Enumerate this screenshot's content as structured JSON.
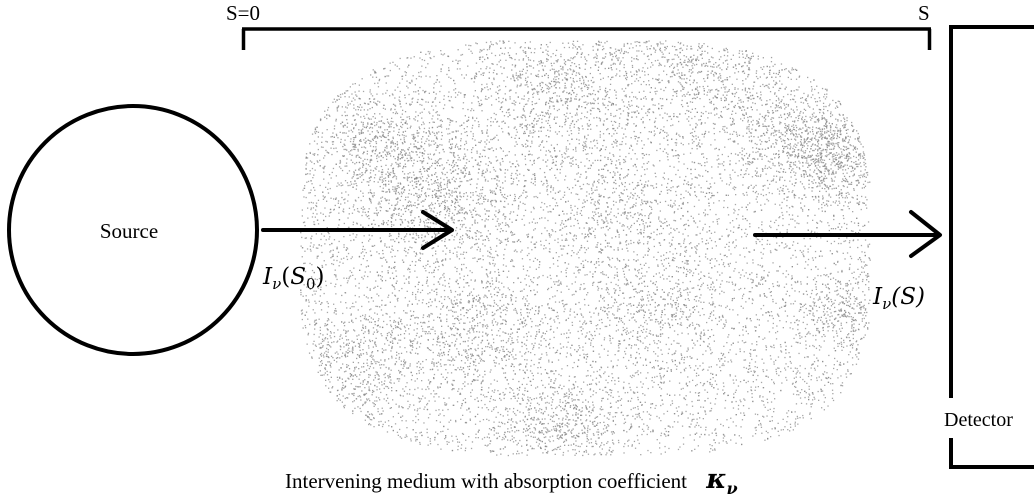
{
  "diagram": {
    "path_start_label": "S=0",
    "path_end_label": "S",
    "source_label": "Source",
    "detector_label": "Detector",
    "initial_intensity": {
      "symbol": "I",
      "subscript": "ν",
      "argument_open": "(",
      "argument_var": "S",
      "argument_sub": "0",
      "argument_close": ")"
    },
    "final_intensity": {
      "symbol": "I",
      "subscript": "ν",
      "argument": "(S)"
    },
    "medium_caption": "Intervening medium with absorption coefficient",
    "absorption_symbol": "κ",
    "absorption_subscript": "ν",
    "colors": {
      "lines": "#000000",
      "medium_particles": "#8a8a8a",
      "background": "#ffffff"
    }
  }
}
